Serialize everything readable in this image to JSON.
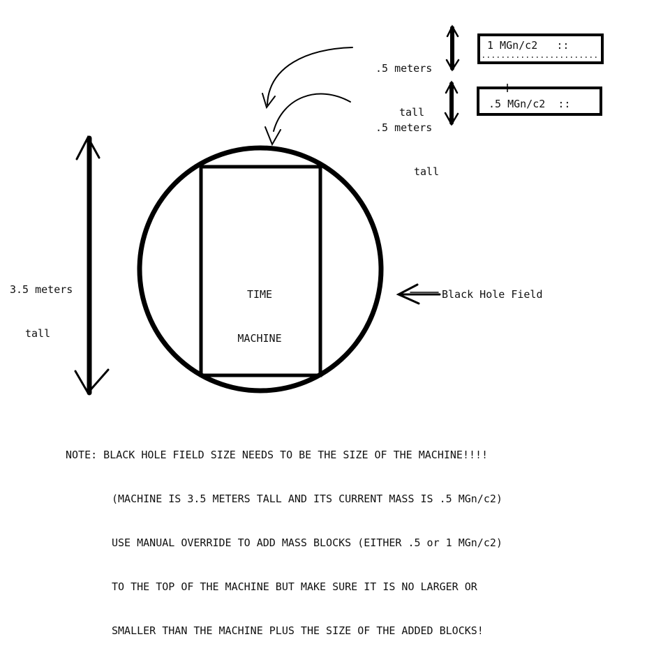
{
  "block_top": {
    "height_label_line1": ".5 meters",
    "height_label_line2": "tall",
    "mass_label": "1 MGn/c2   ::"
  },
  "block_second": {
    "height_label_line1": ".5 meters",
    "height_label_line2": "tall",
    "mass_label": ".5 MGn/c2  ::"
  },
  "machine": {
    "label_line1": "TIME",
    "label_line2": "MACHINE"
  },
  "machine_height": {
    "line1": "3.5 meters",
    "line2": "tall"
  },
  "field": {
    "label": "Black Hole Field"
  },
  "note": {
    "line1": "NOTE: BLACK HOLE FIELD SIZE NEEDS TO BE THE SIZE OF THE MACHINE!!!!",
    "line2": "(MACHINE IS 3.5 METERS TALL AND ITS CURRENT MASS IS .5 MGn/c2)",
    "line3": "USE MANUAL OVERRIDE TO ADD MASS BLOCKS (EITHER .5 or 1 MGn/c2)",
    "line4": "TO THE TOP OF THE MACHINE BUT MAKE SURE IT IS NO LARGER OR",
    "line5": "SMALLER THAN THE MACHINE PLUS THE SIZE OF THE ADDED BLOCKS!"
  }
}
